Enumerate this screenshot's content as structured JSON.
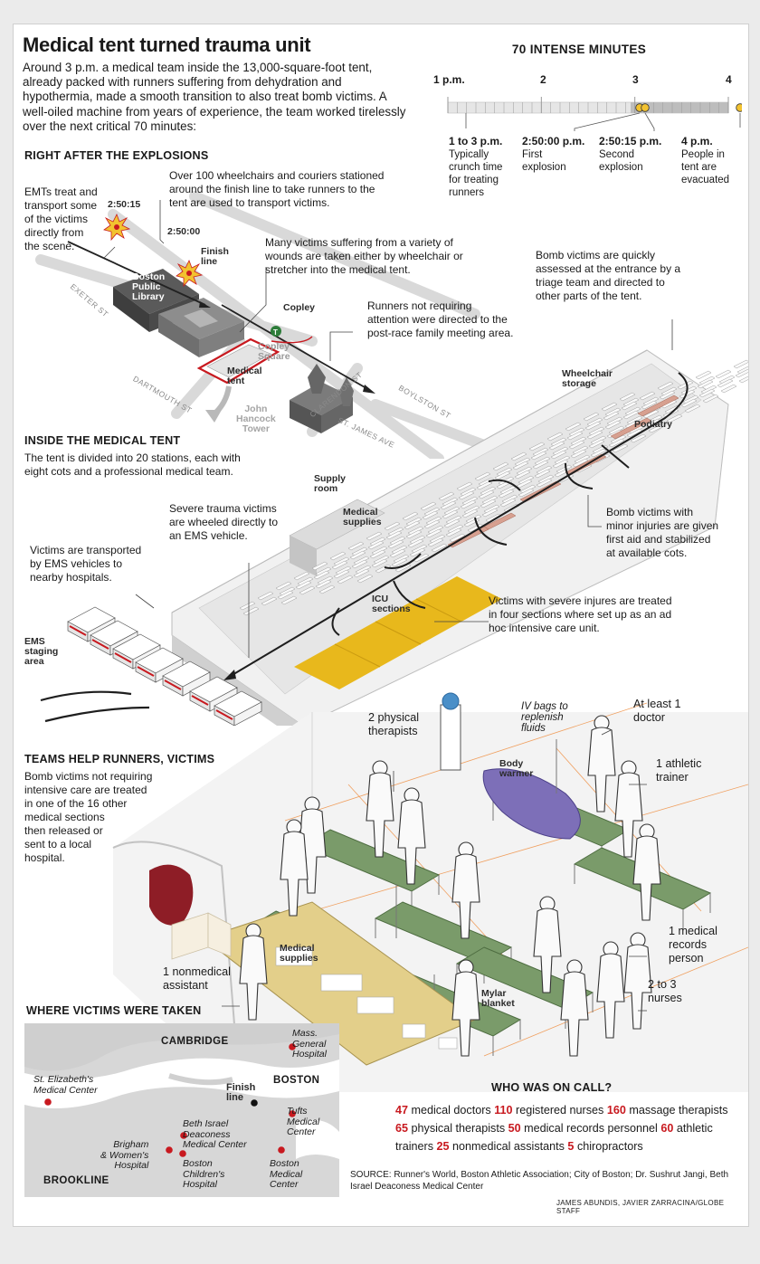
{
  "title": "Medical tent turned trauma unit",
  "intro": "Around 3 p.m. a medical team inside the 13,000-square-foot tent, already packed with runners suffering from dehydration and hypothermia, made a smooth transition to also treat bomb victims. A well-oiled machine from years of experience, the team worked tirelessly over the next critical 70 minutes:",
  "timeline": {
    "title": "70 INTENSE MINUTES",
    "ticks": [
      "1 p.m.",
      "2",
      "3",
      "4"
    ],
    "events": [
      {
        "time": "1 to 3 p.m.",
        "lines": [
          "Typically",
          "crunch time",
          "for treating",
          "runners"
        ]
      },
      {
        "time": "2:50:00 p.m.",
        "lines": [
          "First",
          "explosion"
        ]
      },
      {
        "time": "2:50:15 p.m.",
        "lines": [
          "Second",
          "explosion"
        ]
      },
      {
        "time": "4 p.m.",
        "lines": [
          "People in",
          "tent are",
          "evacuated"
        ]
      }
    ]
  },
  "section1": {
    "heading": "RIGHT AFTER THE EXPLOSIONS",
    "emts": [
      "EMTs treat and",
      "transport some",
      "of the victims",
      "directly from",
      "the  scene."
    ],
    "wheelchairs": [
      "Over 100 wheelchairs and couriers stationed",
      "around the finish line to take runners to the",
      "tent are used to transport victims."
    ],
    "many_victims": [
      "Many victims suffering from a variety of",
      "wounds are taken either by wheelchair or",
      "stretcher into the medical tent."
    ],
    "runners_not": [
      "Runners not requiring",
      "attention were directed to the",
      "post-race family meeting area."
    ],
    "triage": [
      "Bomb victims are quickly",
      "assessed at the entrance by a",
      "triage team and directed to",
      "other parts of the tent."
    ],
    "time_1": "2:50:15",
    "time_2": "2:50:00",
    "finish_line": [
      "Finish",
      "line"
    ],
    "library": [
      "Boston",
      "Public",
      "Library"
    ],
    "copley": "Copley",
    "copley_square": [
      "Copley",
      "Square"
    ],
    "medical_tent": [
      "Medical",
      "tent"
    ],
    "hancock": [
      "John",
      "Hancock",
      "Tower"
    ],
    "streets": [
      "EXETER ST",
      "DARTMOUTH ST",
      "CLARENDON ST",
      "BOYLSTON ST",
      "ST. JAMES AVE"
    ]
  },
  "section2": {
    "heading": "INSIDE THE MEDICAL TENT",
    "desc": [
      "The tent is divided into 20 stations, each with",
      "eight cots and a professional medical team."
    ],
    "severe": [
      "Severe trauma victims",
      "are wheeled directly to",
      "an EMS vehicle."
    ],
    "transported": [
      "Victims are transported",
      "by EMS vehicles to",
      "nearby hospitals."
    ],
    "minor": [
      "Bomb victims with",
      "minor injuries are given",
      "first aid and stabilized",
      "at available cots."
    ],
    "severe_treated": [
      "Victims with severe injures are treated",
      "in four sections where set up as an ad",
      "hoc intensive care unit."
    ],
    "supply_room": [
      "Supply",
      "room"
    ],
    "medical_supplies": [
      "Medical",
      "supplies"
    ],
    "wheelchair_storage": [
      "Wheelchair",
      "storage"
    ],
    "podiatry": "Podiatry",
    "icu": [
      "ICU",
      "sections"
    ],
    "ems_staging": [
      "EMS",
      "staging",
      "area"
    ]
  },
  "section3": {
    "heading": "TEAMS HELP RUNNERS, VICTIMS",
    "desc": [
      "Bomb victims not requiring",
      "intensive care are treated",
      "in one of the 16 other",
      "medical sections",
      "then released or",
      "sent to a local",
      "hospital."
    ],
    "physical": [
      "2 physical",
      "therapists"
    ],
    "iv": [
      "IV bags to",
      "replenish",
      "fluids"
    ],
    "doctor": [
      "At least 1",
      "doctor"
    ],
    "trainer": [
      "1 athletic",
      "trainer"
    ],
    "body_warmer": [
      "Body",
      "warmer"
    ],
    "records": [
      "1 medical",
      "records",
      "person"
    ],
    "nurses": [
      "2 to 3",
      "nurses"
    ],
    "assistant": [
      "1 nonmedical",
      "assistant"
    ],
    "supplies": [
      "Medical",
      "supplies"
    ],
    "mylar": [
      "Mylar",
      "blanket"
    ]
  },
  "map": {
    "heading": "WHERE VICTIMS WERE TAKEN",
    "cambridge": "CAMBRIDGE",
    "boston": "BOSTON",
    "brookline": "BROOKLINE",
    "finish": [
      "Finish",
      "line"
    ],
    "hospitals": {
      "mgh": [
        "Mass.",
        "General",
        "Hospital"
      ],
      "st_elizabeth": [
        "St. Elizabeth's",
        "Medical Center"
      ],
      "beth_israel": [
        "Beth Israel",
        "Deaconess",
        "Medical Center"
      ],
      "tufts": [
        "Tufts",
        "Medical",
        "Center"
      ],
      "brigham": [
        "Brigham",
        "& Women's",
        "Hospital"
      ],
      "childrens": [
        "Boston",
        "Children's",
        "Hospital"
      ],
      "bmc": [
        "Boston",
        "Medical",
        "Center"
      ]
    }
  },
  "on_call": {
    "heading": "WHO WAS ON CALL?",
    "items": [
      {
        "n": "47",
        "label": "medical doctors"
      },
      {
        "n": "110",
        "label": "registered nurses"
      },
      {
        "n": "160",
        "label": "massage therapists"
      },
      {
        "n": "65",
        "label": "physical therapists"
      },
      {
        "n": "50",
        "label": "medical records personnel"
      },
      {
        "n": "60",
        "label": "athletic trainers"
      },
      {
        "n": "25",
        "label": "nonmedical assistants"
      },
      {
        "n": "5",
        "label": "chiropractors"
      }
    ]
  },
  "source": "SOURCE: Runner's World, Boston Athletic Association; City of Boston; Dr. Sushrut Jangi, Beth Israel Deaconess Medical Center",
  "credit": "JAMES ABUNDIS, JAVIER ZARRACINA/GLOBE STAFF",
  "colors": {
    "accent_red": "#c8191f",
    "icu_yellow": "#e8b81c",
    "cot_green": "#7a9b6a",
    "explosion": "#f2c230"
  }
}
